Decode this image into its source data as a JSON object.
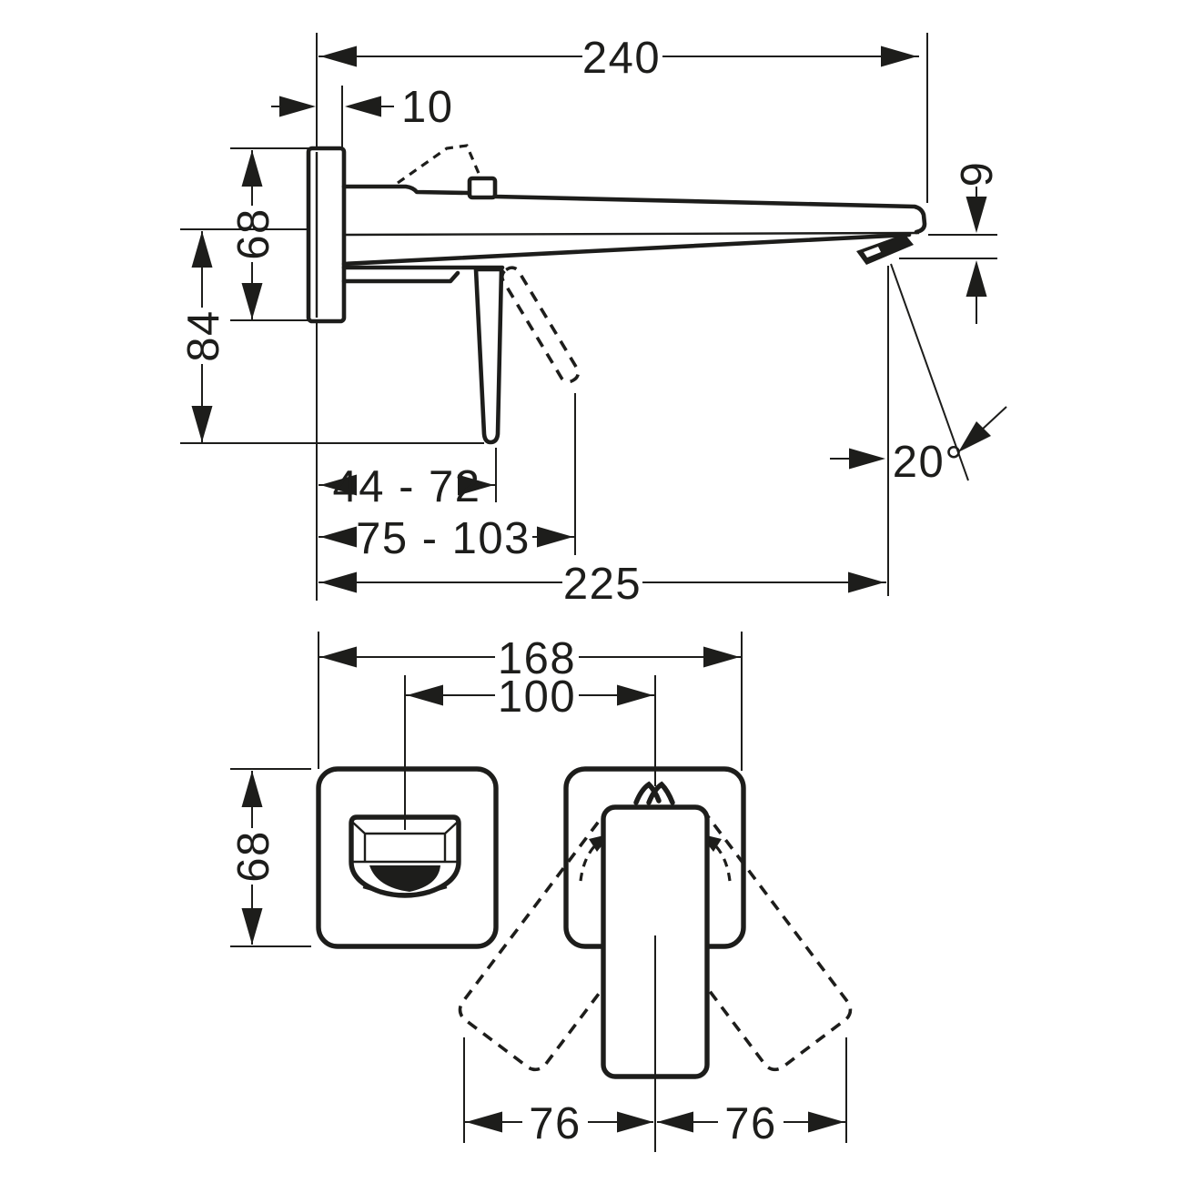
{
  "canvas": {
    "background": "#ffffff",
    "line_color": "#1d1d1b",
    "description": "Dimensional line drawing of a wall-mounted single-lever basin mixer, side view above and front view below"
  },
  "side_view": {
    "dims": {
      "overall_depth": "240",
      "wall_plate_thickness": "10",
      "plate_height": "68",
      "body_height": "84",
      "spout_tip_height": "9",
      "valve_depth_range": "44 - 72",
      "lever_depth_range": "75 - 103",
      "spout_projection": "225",
      "spout_angle": "20°"
    }
  },
  "front_view": {
    "dims": {
      "plates_overall_width": "168",
      "spout_to_handle_centers": "100",
      "plate_height": "68",
      "handle_swing_left": "76",
      "handle_swing_right": "76"
    }
  }
}
